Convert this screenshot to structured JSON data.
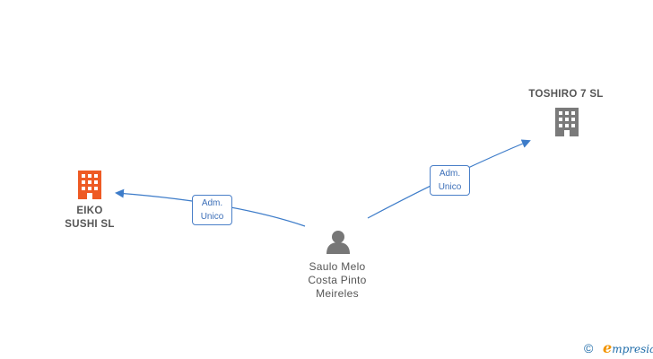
{
  "nodes": {
    "company_left": {
      "label": "EIKO\nSUSHI  SL",
      "color": "#ee5a24",
      "icon": "building-icon"
    },
    "company_right": {
      "label": "TOSHIRO 7  SL",
      "color": "#7a7a7a",
      "icon": "building-icon"
    },
    "person": {
      "label": "Saulo Melo\nCosta Pinto\nMeireles",
      "color": "#777777",
      "icon": "person-icon"
    }
  },
  "edges": [
    {
      "from": "person",
      "to": "company_left",
      "label": "Adm.\nUnico"
    },
    {
      "from": "person",
      "to": "company_right",
      "label": "Adm.\nUnico"
    }
  ],
  "edge_color": "#3d7cc9",
  "footer": {
    "copyright": "©",
    "brand_initial": "e",
    "brand_rest": "mpresia"
  }
}
